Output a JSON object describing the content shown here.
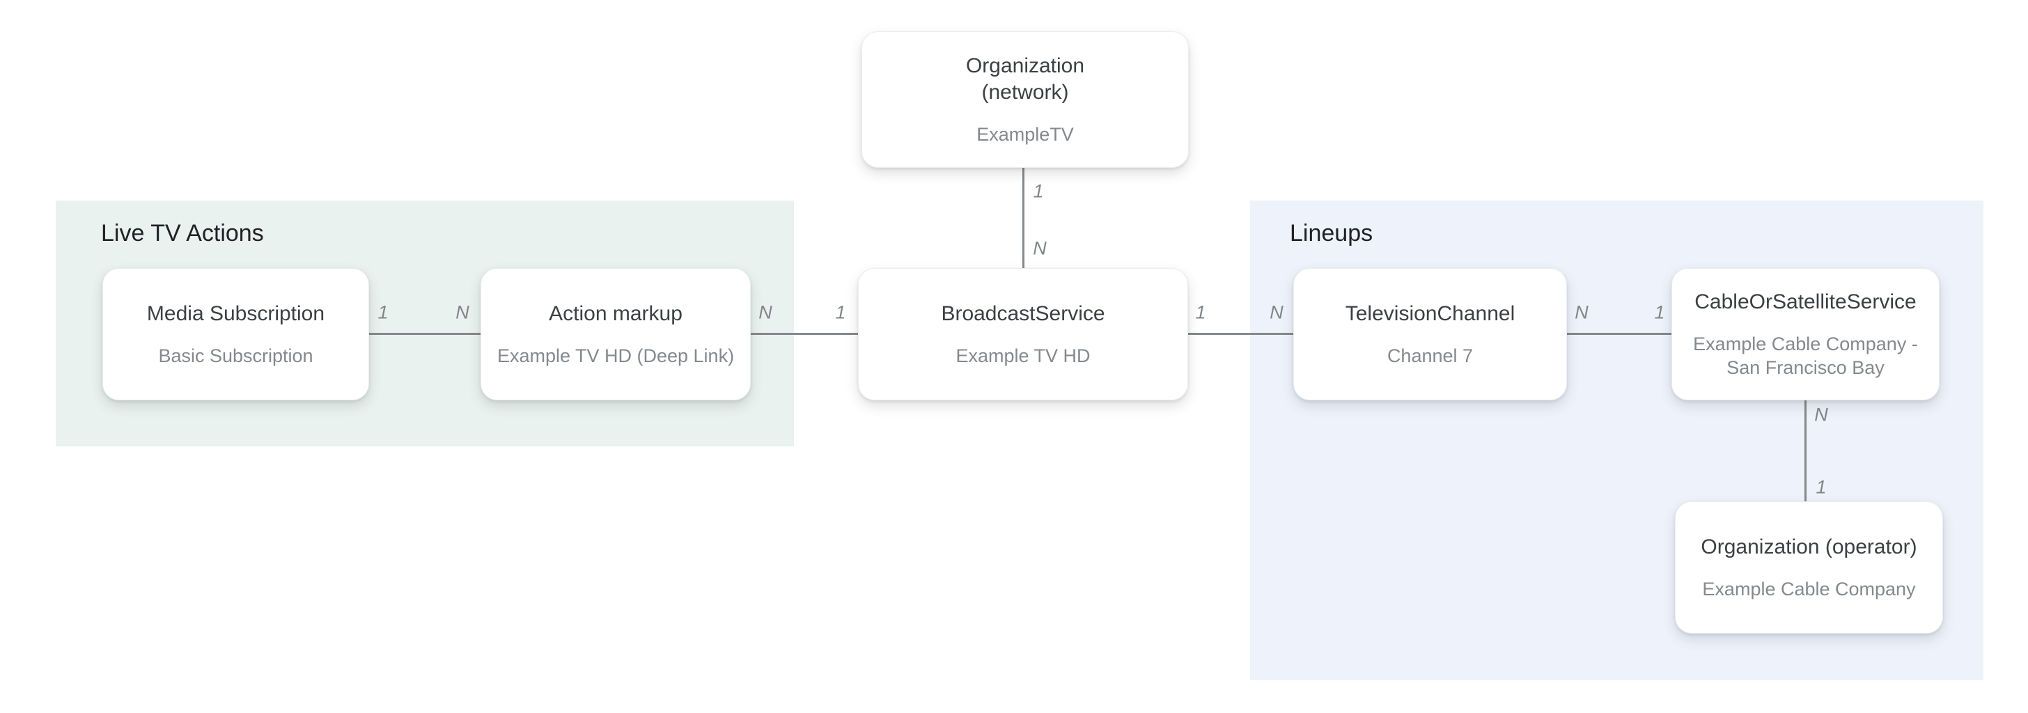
{
  "diagram": {
    "regions": {
      "live_tv_actions": {
        "label": "Live TV Actions"
      },
      "lineups": {
        "label": "Lineups"
      }
    },
    "nodes": {
      "organization_network": {
        "title": "Organization\n(network)",
        "subtitle": "ExampleTV"
      },
      "media_subscription": {
        "title": "Media Subscription",
        "subtitle": "Basic Subscription"
      },
      "action_markup": {
        "title": "Action markup",
        "subtitle": "Example TV HD (Deep Link)"
      },
      "broadcast_service": {
        "title": "BroadcastService",
        "subtitle": "Example TV HD"
      },
      "television_channel": {
        "title": "TelevisionChannel",
        "subtitle": "Channel 7"
      },
      "cable_or_satellite_service": {
        "title": "CableOrSatelliteService",
        "subtitle": "Example Cable Company -\nSan Francisco Bay"
      },
      "organization_operator": {
        "title": "Organization (operator)",
        "subtitle": "Example Cable Company"
      }
    },
    "edges": {
      "media_to_action": {
        "from_card": "1",
        "to_card": "N"
      },
      "action_to_broadcast": {
        "from_card": "N",
        "to_card": "1"
      },
      "network_to_broadcast": {
        "from_card": "1",
        "to_card": "N"
      },
      "broadcast_to_channel": {
        "from_card": "1",
        "to_card": "N"
      },
      "channel_to_cable": {
        "from_card": "N",
        "to_card": "1"
      },
      "cable_to_operator": {
        "from_card": "N",
        "to_card": "1"
      }
    },
    "colors": {
      "live_tv_bg": "#e9f2ee",
      "lineups_bg": "#eef2fb",
      "node_bg": "#ffffff",
      "connector": "#85898c",
      "node_title": "#3c4043",
      "node_subtitle": "#84898e",
      "region_title": "#202124",
      "cardinality": "#80868b"
    }
  }
}
